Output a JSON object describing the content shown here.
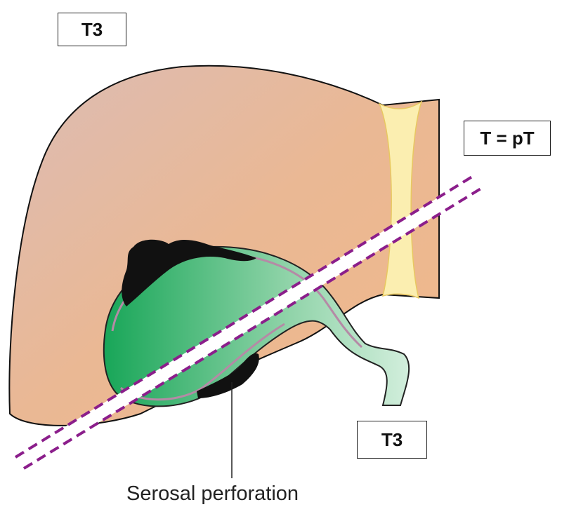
{
  "labels": {
    "top_left": "T3",
    "right": "T = pT",
    "bottom": "T3"
  },
  "caption": "Serosal perforation",
  "colors": {
    "liver": "#e8b894",
    "gallbladder_dark": "#1aa85a",
    "gallbladder_light": "#c8ead4",
    "ligament": "#fbeeb0",
    "cut_line": "#8b1e8b",
    "tumor": "#111111"
  }
}
